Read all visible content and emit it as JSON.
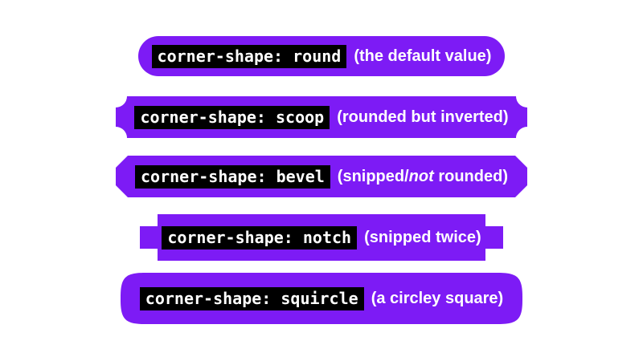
{
  "page": {
    "background": "#ffffff",
    "accent_purple": "#7d1bf5",
    "code_highlight": "#000000",
    "text_color": "#ffffff"
  },
  "rows": [
    {
      "id": "round",
      "code": "corner-shape: round",
      "desc": "(the default value)"
    },
    {
      "id": "scoop",
      "code": "corner-shape: scoop",
      "desc": "(rounded but inverted)"
    },
    {
      "id": "bevel",
      "code": "corner-shape: bevel",
      "desc_prefix": "(snipped/",
      "desc_italic": "not",
      "desc_suffix": " rounded)"
    },
    {
      "id": "notch",
      "code": "corner-shape: notch",
      "desc": "(snipped twice)"
    },
    {
      "id": "squircle",
      "code": "corner-shape: squircle",
      "desc": "(a circley square)"
    }
  ]
}
